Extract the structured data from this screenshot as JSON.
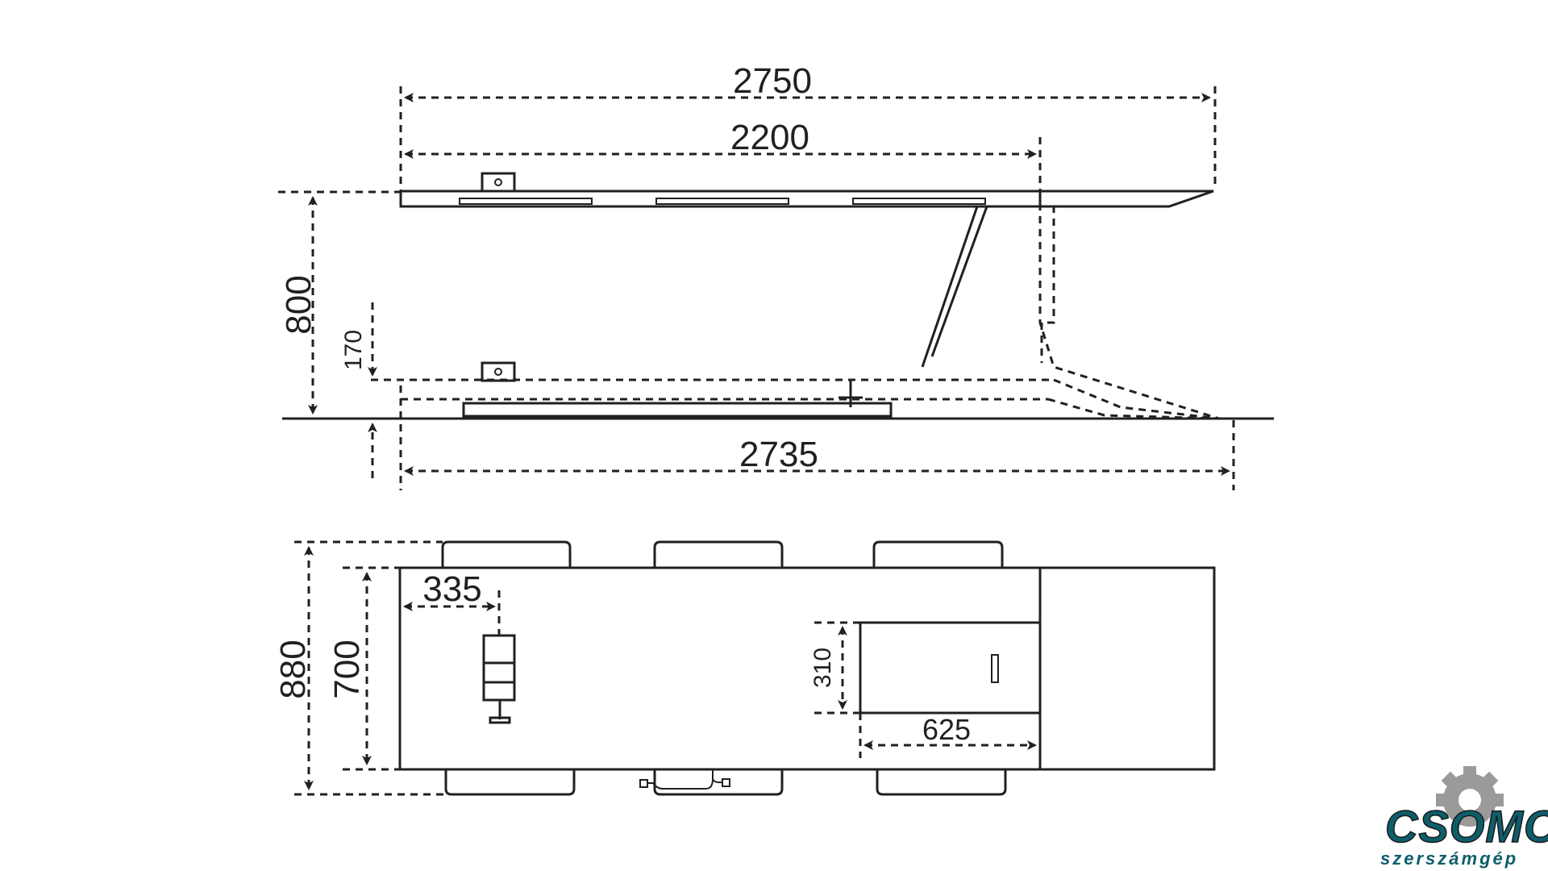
{
  "diagram": {
    "side_view": {
      "overall_length_label": "2750",
      "platform_length_label": "2200",
      "height_label": "800",
      "lowered_height_label": "170",
      "ground_length_label": "2735"
    },
    "top_view": {
      "overall_width_label": "880",
      "platform_width_label": "700",
      "offset_label": "335",
      "plate_width_label": "310",
      "plate_length_label": "625"
    },
    "colors": {
      "line": "#231f20",
      "logo_primary": "#0d5e6b",
      "logo_gear": "#9a9a9a"
    },
    "logo": {
      "name": "CSOMOR",
      "tagline": "szerszámgép"
    }
  }
}
